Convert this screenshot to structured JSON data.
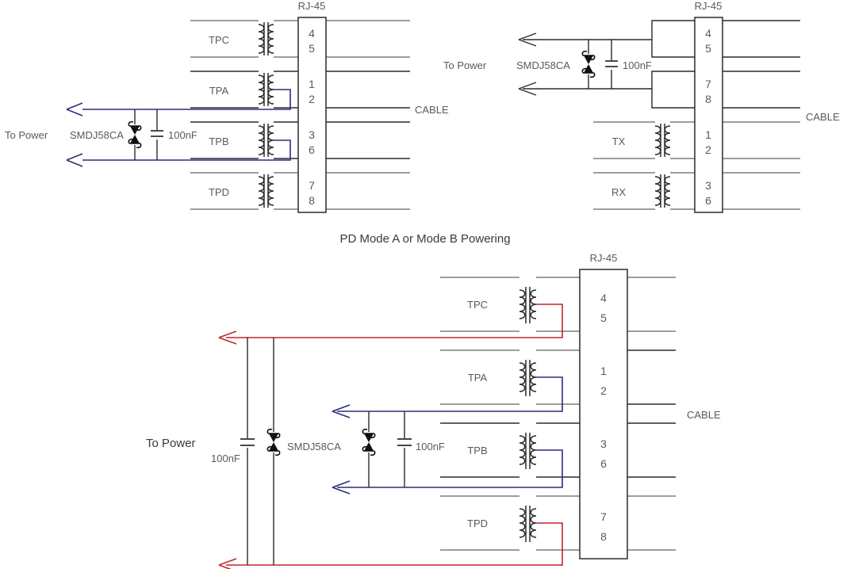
{
  "figure": {
    "title": "PD Mode A or Mode B Powering",
    "connector_label": "RJ-45",
    "cable_label": "CABLE",
    "power_label": "To Power",
    "tvs_label": "SMDJ58CA",
    "cap_label": "100nF"
  },
  "colors": {
    "signal_wire": "#7d7d7d",
    "black_wire": "#2b2b2b",
    "mode_a_power": "#2a2f7a",
    "mode_b_power": "#c0272d",
    "text": "#5a5a5a",
    "box_outline": "#2b2b2b",
    "background": "#ffffff"
  },
  "diagrams": [
    {
      "id": "top-left",
      "name": "pse-mode-a-powering",
      "connector_label": "RJ-45",
      "cable_label": "CABLE",
      "power_label": "To Power",
      "tvs_label": "SMDJ58CA",
      "cap_label": "100nF",
      "pairs": [
        {
          "label": "TPC",
          "pins": [
            "4",
            "5"
          ],
          "powered": false,
          "power_color": "none"
        },
        {
          "label": "TPA",
          "pins": [
            "1",
            "2"
          ],
          "powered": true,
          "power_color": "#2a2f7a"
        },
        {
          "label": "TPB",
          "pins": [
            "3",
            "6"
          ],
          "powered": true,
          "power_color": "#2a2f7a"
        },
        {
          "label": "TPD",
          "pins": [
            "7",
            "8"
          ],
          "powered": false,
          "power_color": "none"
        }
      ]
    },
    {
      "id": "top-right",
      "name": "pse-mode-b-powering",
      "connector_label": "RJ-45",
      "cable_label": "CABLE",
      "power_label": "To Power",
      "tvs_label": "SMDJ58CA",
      "cap_label": "100nF",
      "pairs": [
        {
          "label": "",
          "pins": [
            "4",
            "5"
          ],
          "powered": true,
          "power_color": "#2b2b2b"
        },
        {
          "label": "",
          "pins": [
            "7",
            "8"
          ],
          "powered": true,
          "power_color": "#2b2b2b"
        },
        {
          "label": "TX",
          "pins": [
            "1",
            "2"
          ],
          "powered": false,
          "power_color": "none"
        },
        {
          "label": "RX",
          "pins": [
            "3",
            "6"
          ],
          "powered": false,
          "power_color": "none"
        }
      ]
    },
    {
      "id": "bottom",
      "name": "pd-mode-a-or-mode-b-powering",
      "connector_label": "RJ-45",
      "cable_label": "CABLE",
      "power_label": "To Power",
      "tvs_label": "SMDJ58CA",
      "cap_label_outer": "100nF",
      "cap_label_inner": "100nF",
      "pairs": [
        {
          "label": "TPC",
          "pins": [
            "4",
            "5"
          ],
          "powered": true,
          "power_color": "#c0272d"
        },
        {
          "label": "TPA",
          "pins": [
            "1",
            "2"
          ],
          "powered": true,
          "power_color": "#2a2f7a"
        },
        {
          "label": "TPB",
          "pins": [
            "3",
            "6"
          ],
          "powered": true,
          "power_color": "#2a2f7a"
        },
        {
          "label": "TPD",
          "pins": [
            "7",
            "8"
          ],
          "powered": true,
          "power_color": "#c0272d"
        }
      ]
    }
  ],
  "components": {
    "tvs_diode_name": "tvs-diode-symbol",
    "capacitor_name": "capacitor-symbol",
    "transformer_name": "transformer-symbol",
    "arrow_name": "power-arrow"
  }
}
